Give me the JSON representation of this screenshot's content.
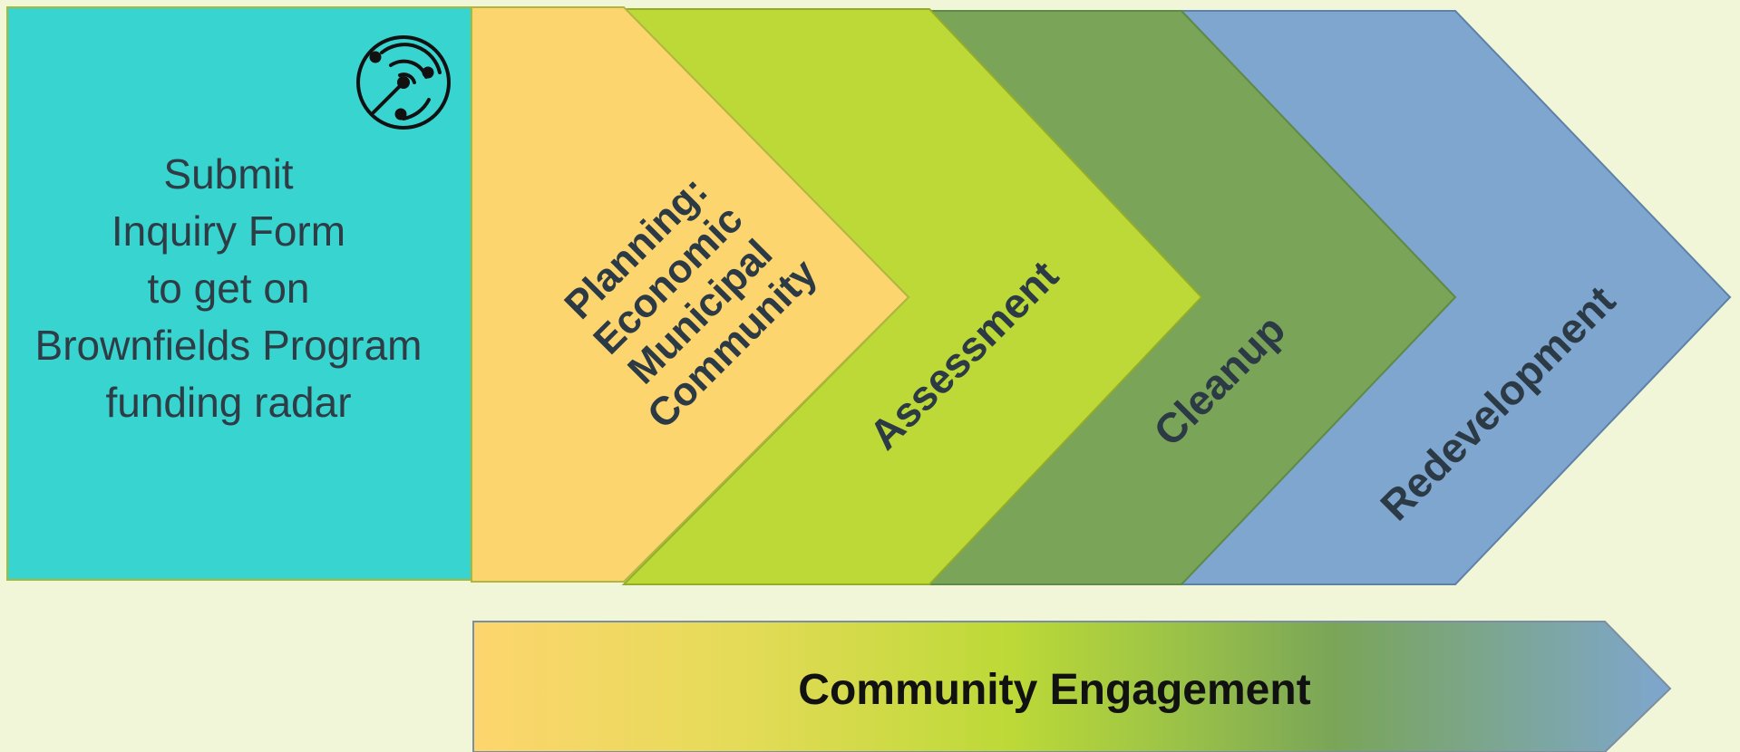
{
  "inquiry_box": {
    "lines": [
      "Submit",
      "Inquiry Form",
      "to get on",
      "Brownfields Program",
      "funding radar"
    ],
    "icon": "radar-icon",
    "color": "#38d4d0"
  },
  "stages": [
    {
      "key": "planning",
      "lines": [
        "Planning:",
        "Economic",
        "Municipal",
        "Community"
      ],
      "color": "#fdd56e"
    },
    {
      "key": "assessment",
      "lines": [
        "Assessment"
      ],
      "color": "#bcd937"
    },
    {
      "key": "cleanup",
      "lines": [
        "Cleanup"
      ],
      "color": "#7aa558"
    },
    {
      "key": "redevelopment",
      "lines": [
        "Redevelopment"
      ],
      "color": "#7ea6cf"
    }
  ],
  "engagement_bar": {
    "label": "Community Engagement",
    "gradient_colors": [
      "#fdd56e",
      "#e5db58",
      "#bcd937",
      "#9dc446",
      "#7aa558",
      "#7ea6cf"
    ]
  },
  "background_color": "#f1f6d9"
}
